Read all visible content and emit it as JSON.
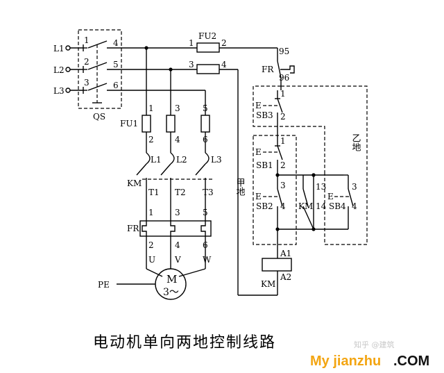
{
  "title": "电动机单向两地控制线路",
  "labels": {
    "L1": "L1",
    "L2": "L2",
    "L3": "L3",
    "QS": "QS",
    "qs1": "1",
    "qs2": "2",
    "qs3": "3",
    "qs4": "4",
    "qs5": "5",
    "qs6": "6",
    "FU2": "FU2",
    "fu2_1": "1",
    "fu2_2": "2",
    "fu2_3": "3",
    "fu2_4": "4",
    "FU1": "FU1",
    "fu1_1": "1",
    "fu1_2": "2",
    "fu1_3": "3",
    "fu1_4": "4",
    "fu1_5": "5",
    "fu1_6": "6",
    "cL1": "L1",
    "cL2": "L2",
    "cL3": "L3",
    "KM_main": "KM",
    "T1": "T1",
    "T2": "T2",
    "T3": "T3",
    "fr1": "1",
    "fr3": "3",
    "fr5": "5",
    "FR": "FR",
    "fr2": "2",
    "fr4": "4",
    "fr6": "6",
    "U": "U",
    "V": "V",
    "W": "W",
    "M": "M",
    "phase": "3～",
    "PE": "PE",
    "FRc": "FR",
    "n95": "95",
    "n96": "96",
    "SB3": "SB3",
    "sb3_1": "1",
    "sb3_2": "2",
    "SB1": "SB1",
    "sb1_1": "1",
    "sb1_2": "2",
    "SB2": "SB2",
    "sb2_3": "3",
    "sb2_4": "4",
    "KMaux": "KM",
    "km13": "13",
    "km14": "14",
    "SB4": "SB4",
    "sb4_3": "3",
    "sb4_4": "4",
    "E1": "E",
    "E2": "E",
    "E3": "E",
    "E4": "E",
    "jia": "甲地",
    "yi": "乙地",
    "A1": "A1",
    "A2": "A2",
    "KMcoil": "KM"
  },
  "watermark": {
    "faint": "知乎 @建筑",
    "brand_part1": "My jianzhu",
    "brand_part2": ".COM"
  }
}
